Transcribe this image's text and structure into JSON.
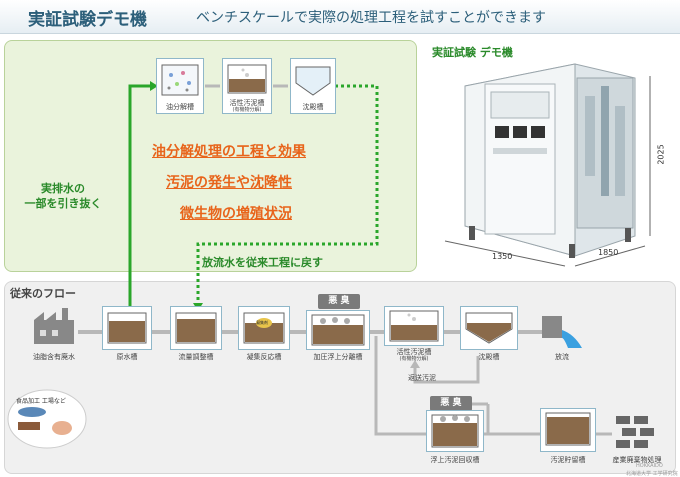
{
  "header": {
    "title": "実証試験デモ機",
    "subtitle": "ベンチスケールで実際の処理工程を試すことができます"
  },
  "demo": {
    "machine_title": "実証試験 デモ機",
    "tanks": [
      {
        "label": "油分解槽",
        "sub": ""
      },
      {
        "label": "活性汚泥槽",
        "sub": "(有機物分解)"
      },
      {
        "label": "沈殿槽",
        "sub": ""
      }
    ],
    "effects": [
      "油分解処理の工程と効果",
      "汚泥の発生や沈降性",
      "微生物の増殖状況"
    ],
    "draw_label_1": "実排水の",
    "draw_label_2": "一部を引き抜く",
    "return_label": "放流水を従来工程に戻す",
    "dims": {
      "height": "2025",
      "depth": "1350",
      "width": "1850"
    }
  },
  "conventional": {
    "title": "従来のフロー",
    "row1": [
      {
        "label": "油脂含有廃水"
      },
      {
        "label": "原水槽"
      },
      {
        "label": "流量調整槽"
      },
      {
        "label": "凝集反応槽"
      },
      {
        "label": "加圧浮上分離槽"
      },
      {
        "label": "活性汚泥槽",
        "sub": "(有機物分解)"
      },
      {
        "label": "沈殿槽"
      },
      {
        "label": "放流"
      }
    ],
    "row2": [
      {
        "label": "浮上汚泥回収槽"
      },
      {
        "label": "汚泥貯留槽"
      },
      {
        "label": "産業廃棄物処理"
      }
    ],
    "odor": "悪 臭",
    "return_sludge": "返送汚泥",
    "food_label": "食品加工 工場など",
    "chemical": "凝集剤"
  },
  "corner": {
    "logo": "HOKKAIDO",
    "text": "北海道大学 工学研究院"
  },
  "colors": {
    "green_line": "#2aa62a",
    "orange_text": "#e8641b",
    "title_blue": "#2c5f7a",
    "gray_line": "#b8b8b8",
    "sludge": "#8a6a4a",
    "odor_badge": "#7a7a7a"
  }
}
